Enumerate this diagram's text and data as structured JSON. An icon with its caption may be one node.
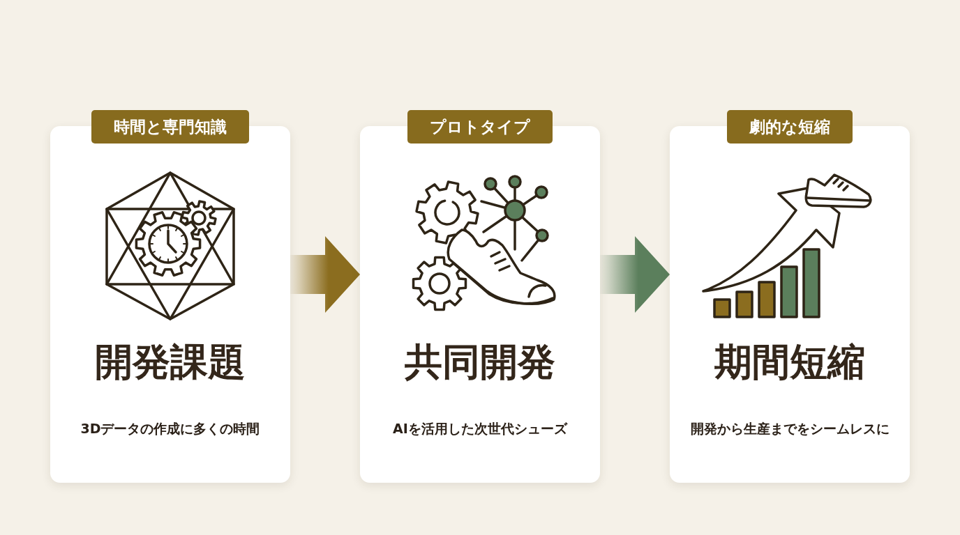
{
  "diagram": {
    "nodes": [
      {
        "text": [
          "時間と専門知識",
          "開発課題",
          "3Dデータの作成に多くの時間"
        ]
      },
      {
        "text": [
          "プロトタイプ",
          "共同開発",
          "AIを活用した次世代シューズ"
        ]
      },
      {
        "text": [
          "劇的な短縮",
          "期間短縮",
          "開発から生産までをシームレスに"
        ]
      }
    ],
    "edges": [
      {
        "from": 0,
        "to": 1,
        "arrow": "to",
        "color": "#8b6d1f"
      },
      {
        "from": 1,
        "to": 2,
        "arrow": "to",
        "color": "#5b7f5c"
      }
    ]
  }
}
